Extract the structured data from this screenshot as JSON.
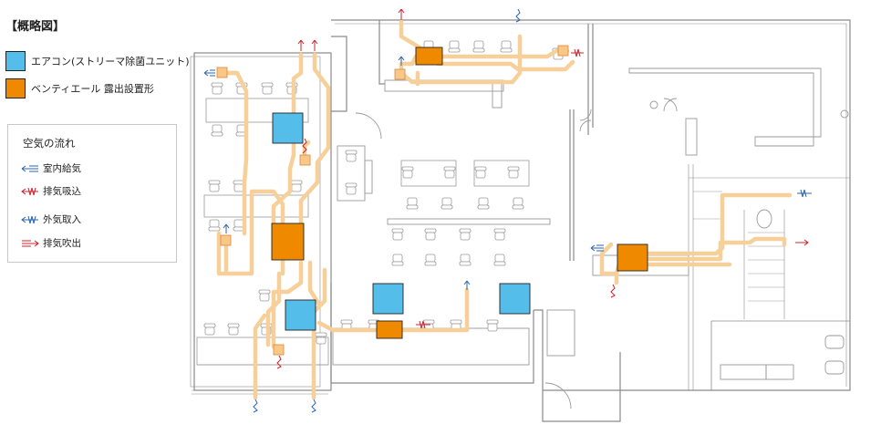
{
  "title": "【概略図】",
  "legend": {
    "aircon": {
      "label": "エアコン(ストリーマ除菌ユニット)",
      "color": "#55bdea"
    },
    "ventilator": {
      "label": "ベンティエール 露出設置形",
      "color": "#ef8a00"
    }
  },
  "airflow": {
    "title": "空気の流れ",
    "items": [
      {
        "label": "室内給気",
        "icon": "indoor-supply-icon",
        "color": "#2b63b0"
      },
      {
        "label": "排気吸込",
        "icon": "exhaust-intake-icon",
        "color": "#d0202a"
      },
      {
        "label": "外気取入",
        "icon": "outdoor-intake-icon",
        "color": "#2b63b0"
      },
      {
        "label": "排気吹出",
        "icon": "exhaust-outlet-icon",
        "color": "#d0202a"
      }
    ]
  },
  "colors": {
    "duct": "#f6cf99",
    "wall": "#8a8a8a",
    "fixture": "#9a9a9a"
  }
}
